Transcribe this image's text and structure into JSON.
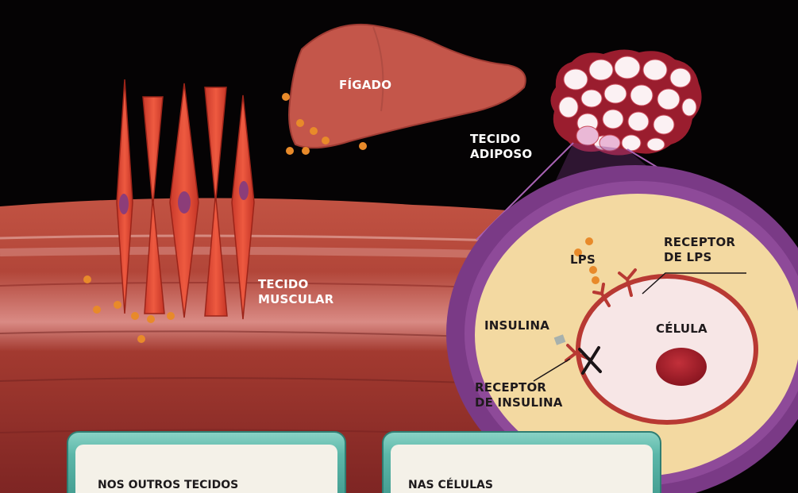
{
  "labels": {
    "figado": "FÍGADO",
    "tecido_adiposo": [
      "TECIDO",
      "ADIPOSO"
    ],
    "tecido_muscular": [
      "TECIDO",
      "MUSCULAR"
    ],
    "lps": "LPS",
    "receptor_lps": [
      "RECEPTOR",
      "DE LPS"
    ],
    "insulina": "INSULINA",
    "celula": "CÉLULA",
    "receptor_insulina": [
      "RECEPTOR",
      "DE INSULINA"
    ]
  },
  "panels": {
    "left_title": "NOS OUTROS TECIDOS",
    "right_title": "NAS CÉLULAS"
  },
  "colors": {
    "background": "#050304",
    "muscle": "#b8372d",
    "liver": "#c4564a",
    "lps_particle": "#e88a2a",
    "cell_rim": "#7a3a86",
    "cytoplasm": "#f3d9a1",
    "panel": "#5cb7a9"
  }
}
